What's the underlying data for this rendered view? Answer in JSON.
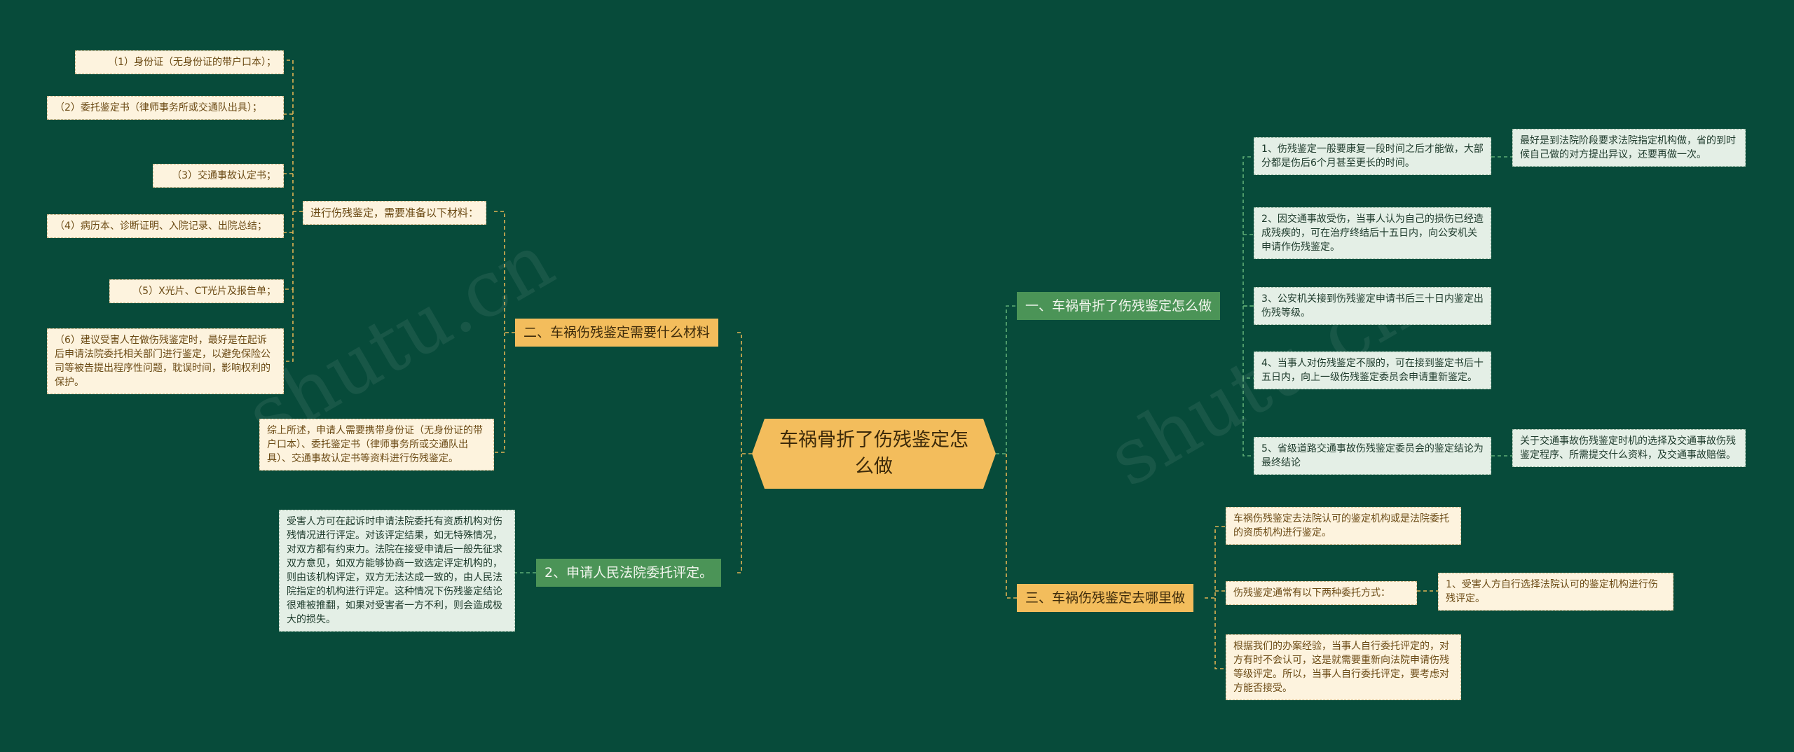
{
  "root": {
    "title": "车祸骨折了伤残鉴定怎么做"
  },
  "left": {
    "b2": {
      "label": "二、车祸伤残鉴定需要什么材料",
      "sub": "进行伤残鉴定，需要准备以下材料：",
      "items": [
        "（1）身份证（无身份证的带户口本）；",
        "（2）委托鉴定书（律师事务所或交通队出具）；",
        "（3）交通事故认定书；",
        "（4）病历本、诊断证明、入院记录、出院总结；",
        "（5）X光片、CT光片及报告单；",
        "（6）建议受害人在做伤残鉴定时，最好是在起诉后申请法院委托相关部门进行鉴定，以避免保险公司等被告提出程序性问题，耽误时间，影响权利的保护。"
      ],
      "summary": "综上所述，申请人需要携带身份证（无身份证的带户口本）、委托鉴定书（律师事务所或交通队出具）、交通事故认定书等资料进行伤残鉴定。"
    },
    "b4": {
      "label": "2、申请人民法院委托评定。",
      "text": "受害人方可在起诉时申请法院委托有资质机构对伤残情况进行评定。对该评定结果，如无特殊情况，对双方都有约束力。法院在接受申请后一般先征求双方意见，如双方能够协商一致选定评定机构的，则由该机构评定，双方无法达成一致的，由人民法院指定的机构进行评定。这种情况下伤残鉴定结论很难被推翻，如果对受害者一方不利，则会造成极大的损失。"
    }
  },
  "right": {
    "b1": {
      "label": "一、车祸骨折了伤残鉴定怎么做",
      "items": [
        "1、伤残鉴定一般要康复一段时间之后才能做，大部分都是伤后6个月甚至更长的时间。",
        "2、因交通事故受伤，当事人认为自己的损伤已经造成残疾的，可在治疗终结后十五日内，向公安机关申请作伤残鉴定。",
        "3、公安机关接到伤残鉴定申请书后三十日内鉴定出伤残等级。",
        "4、当事人对伤残鉴定不服的，可在接到鉴定书后十五日内，向上一级伤残鉴定委员会申请重新鉴定。",
        "5、省级道路交通事故伤残鉴定委员会的鉴定结论为最终结论"
      ],
      "note1": "最好是到法院阶段要求法院指定机构做，省的到时候自己做的对方提出异议，还要再做一次。",
      "note5": "关于交通事故伤残鉴定时机的选择及交通事故伤残鉴定程序、所需提交什么资料，及交通事故赔偿。"
    },
    "b3": {
      "label": "三、车祸伤残鉴定去哪里做",
      "items": [
        "车祸伤残鉴定去法院认可的鉴定机构或是法院委托的资质机构进行鉴定。",
        "伤残鉴定通常有以下两种委托方式：",
        "根据我们的办案经验，当事人自行委托评定的，对方有时不会认可，这是就需要重新向法院申请伤残等级评定。所以，当事人自行委托评定，要考虑对方能否接受。"
      ],
      "sub": "1、受害人方自行选择法院认可的鉴定机构进行伤残评定。"
    }
  },
  "colors": {
    "background": "#074b3a",
    "orange": "#f3bd5c",
    "green": "#4b9457",
    "line_orange": "#e0b354",
    "line_green": "#5fae76"
  }
}
